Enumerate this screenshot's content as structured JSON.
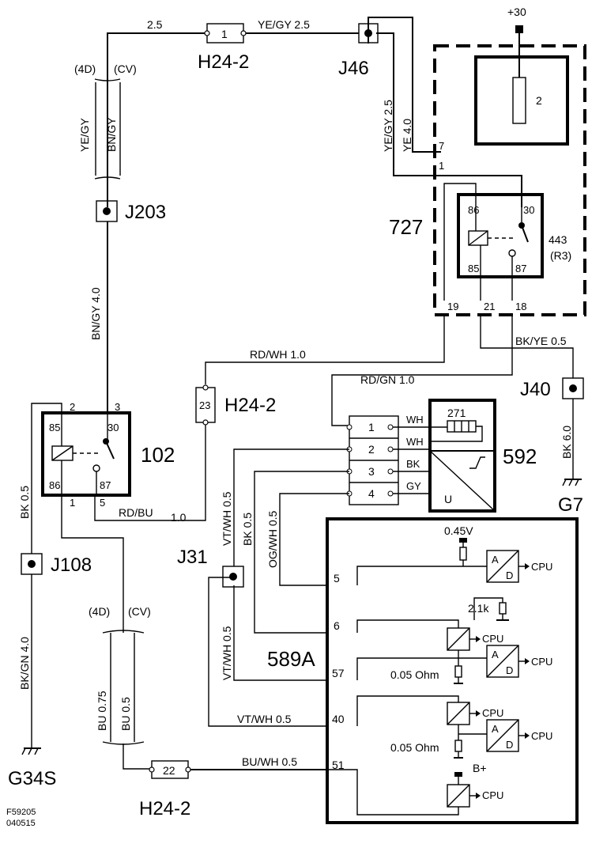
{
  "power": "+30",
  "figure_id": "F59205",
  "figure_date": "040515",
  "variants": {
    "left": "(4D)",
    "right": "(CV)"
  },
  "connectors": {
    "h24": "H24-2",
    "pin1": "1",
    "pin23": "23",
    "pin22": "22"
  },
  "joints": {
    "j46": "J46",
    "j203": "J203",
    "j40": "J40",
    "j108": "J108",
    "j31": "J31"
  },
  "grounds": {
    "g7": "G7",
    "g34s": "G34S"
  },
  "components": {
    "c727": "727",
    "c443": "443",
    "c443sub": "(R3)",
    "fuse2": "2",
    "c102": "102",
    "c592": "592",
    "c271": "271",
    "c589a": "589A"
  },
  "pins": {
    "p86": "86",
    "p30": "30",
    "p85": "85",
    "p87": "87",
    "p7": "7",
    "p1": "1",
    "p19": "19",
    "p21": "21",
    "p18": "18",
    "p2": "2",
    "p3": "3",
    "p5": "5",
    "m1": "1",
    "m2": "2",
    "m3": "3",
    "m4": "4",
    "e5": "5",
    "e6": "6",
    "e57": "57",
    "e40": "40",
    "e51": "51",
    "u": "U"
  },
  "wires": {
    "top_2_5": "2.5",
    "ye_gy_2_5": "YE/GY  2.5",
    "ye_gy_left": "YE/GY",
    "bn_gy_left": "BN/GY",
    "bn_gy_4_0": "BN/GY  4.0",
    "ye_gy_vert": "YE/GY  2.5",
    "ye_4_0": "YE 4.0",
    "rd_wh_1_0": "RD/WH  1.0",
    "rd_gn_1_0": "RD/GN  1.0",
    "bk_ye_0_5": "BK/YE  0.5",
    "bk_6_0": "BK  6.0",
    "bk_0_5_left": "BK   0.5",
    "rd_bu": "RD/BU",
    "rd_bu_size": "1.0",
    "wh1": "WH",
    "wh2": "WH",
    "bk_m": "BK",
    "gy_m": "GY",
    "vt_wh_0_5_a": "VT/WH  0.5",
    "bk_0_5_m": "BK  0.5",
    "og_wh_0_5": "OG/WH  0.5",
    "vt_wh_0_5_b": "VT/WH  0.5",
    "vt_wh_0_5_c": "VT/WH   0.5",
    "bk_gn_4_0": "BK/GN  4.0",
    "bu_0_75": "BU   0.75",
    "bu_0_5": "BU   0.5",
    "bu_wh_0_5": "BU/WH  0.5"
  },
  "ecu": {
    "v045": "0.45V",
    "r21k": "2.1k",
    "ohm1": "0.05 Ohm",
    "ohm2": "0.05 Ohm",
    "bplus": "B+",
    "cpu": "CPU",
    "a": "A",
    "d": "D"
  }
}
